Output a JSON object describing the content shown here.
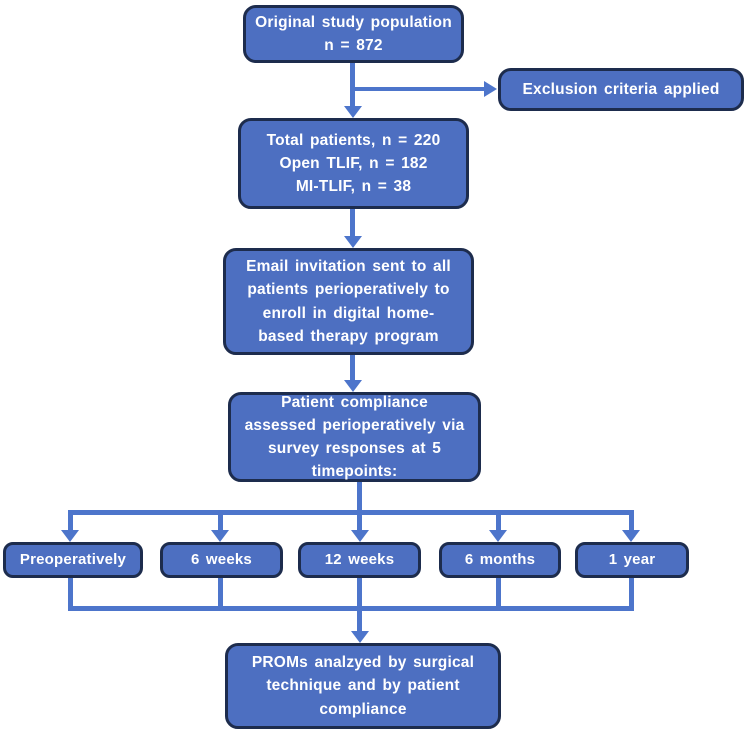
{
  "diagram": {
    "colors": {
      "page_bg": "#ffffff",
      "box_fill": "#4d6fc1",
      "box_border": "#1d2c4d",
      "arrow": "#4d75cb",
      "text": "#ffffff"
    },
    "nodes": {
      "original": {
        "lines": [
          "Original study population",
          "n = 872"
        ]
      },
      "exclusion": {
        "label": "Exclusion criteria applied"
      },
      "total": {
        "lines": [
          "Total patients, n = 220",
          "Open TLIF, n = 182",
          "MI-TLIF, n = 38"
        ]
      },
      "email": {
        "label": "Email invitation sent to all patients perioperatively to enroll in digital home-based therapy program"
      },
      "compliance": {
        "label": "Patient compliance assessed perioperatively via survey responses at 5 timepoints:"
      },
      "timepoints": [
        {
          "label": "Preoperatively"
        },
        {
          "label": "6 weeks"
        },
        {
          "label": "12 weeks"
        },
        {
          "label": "6 months"
        },
        {
          "label": "1 year"
        }
      ],
      "proms": {
        "label": "PROMs analzyed by surgical technique and by patient compliance"
      }
    }
  }
}
